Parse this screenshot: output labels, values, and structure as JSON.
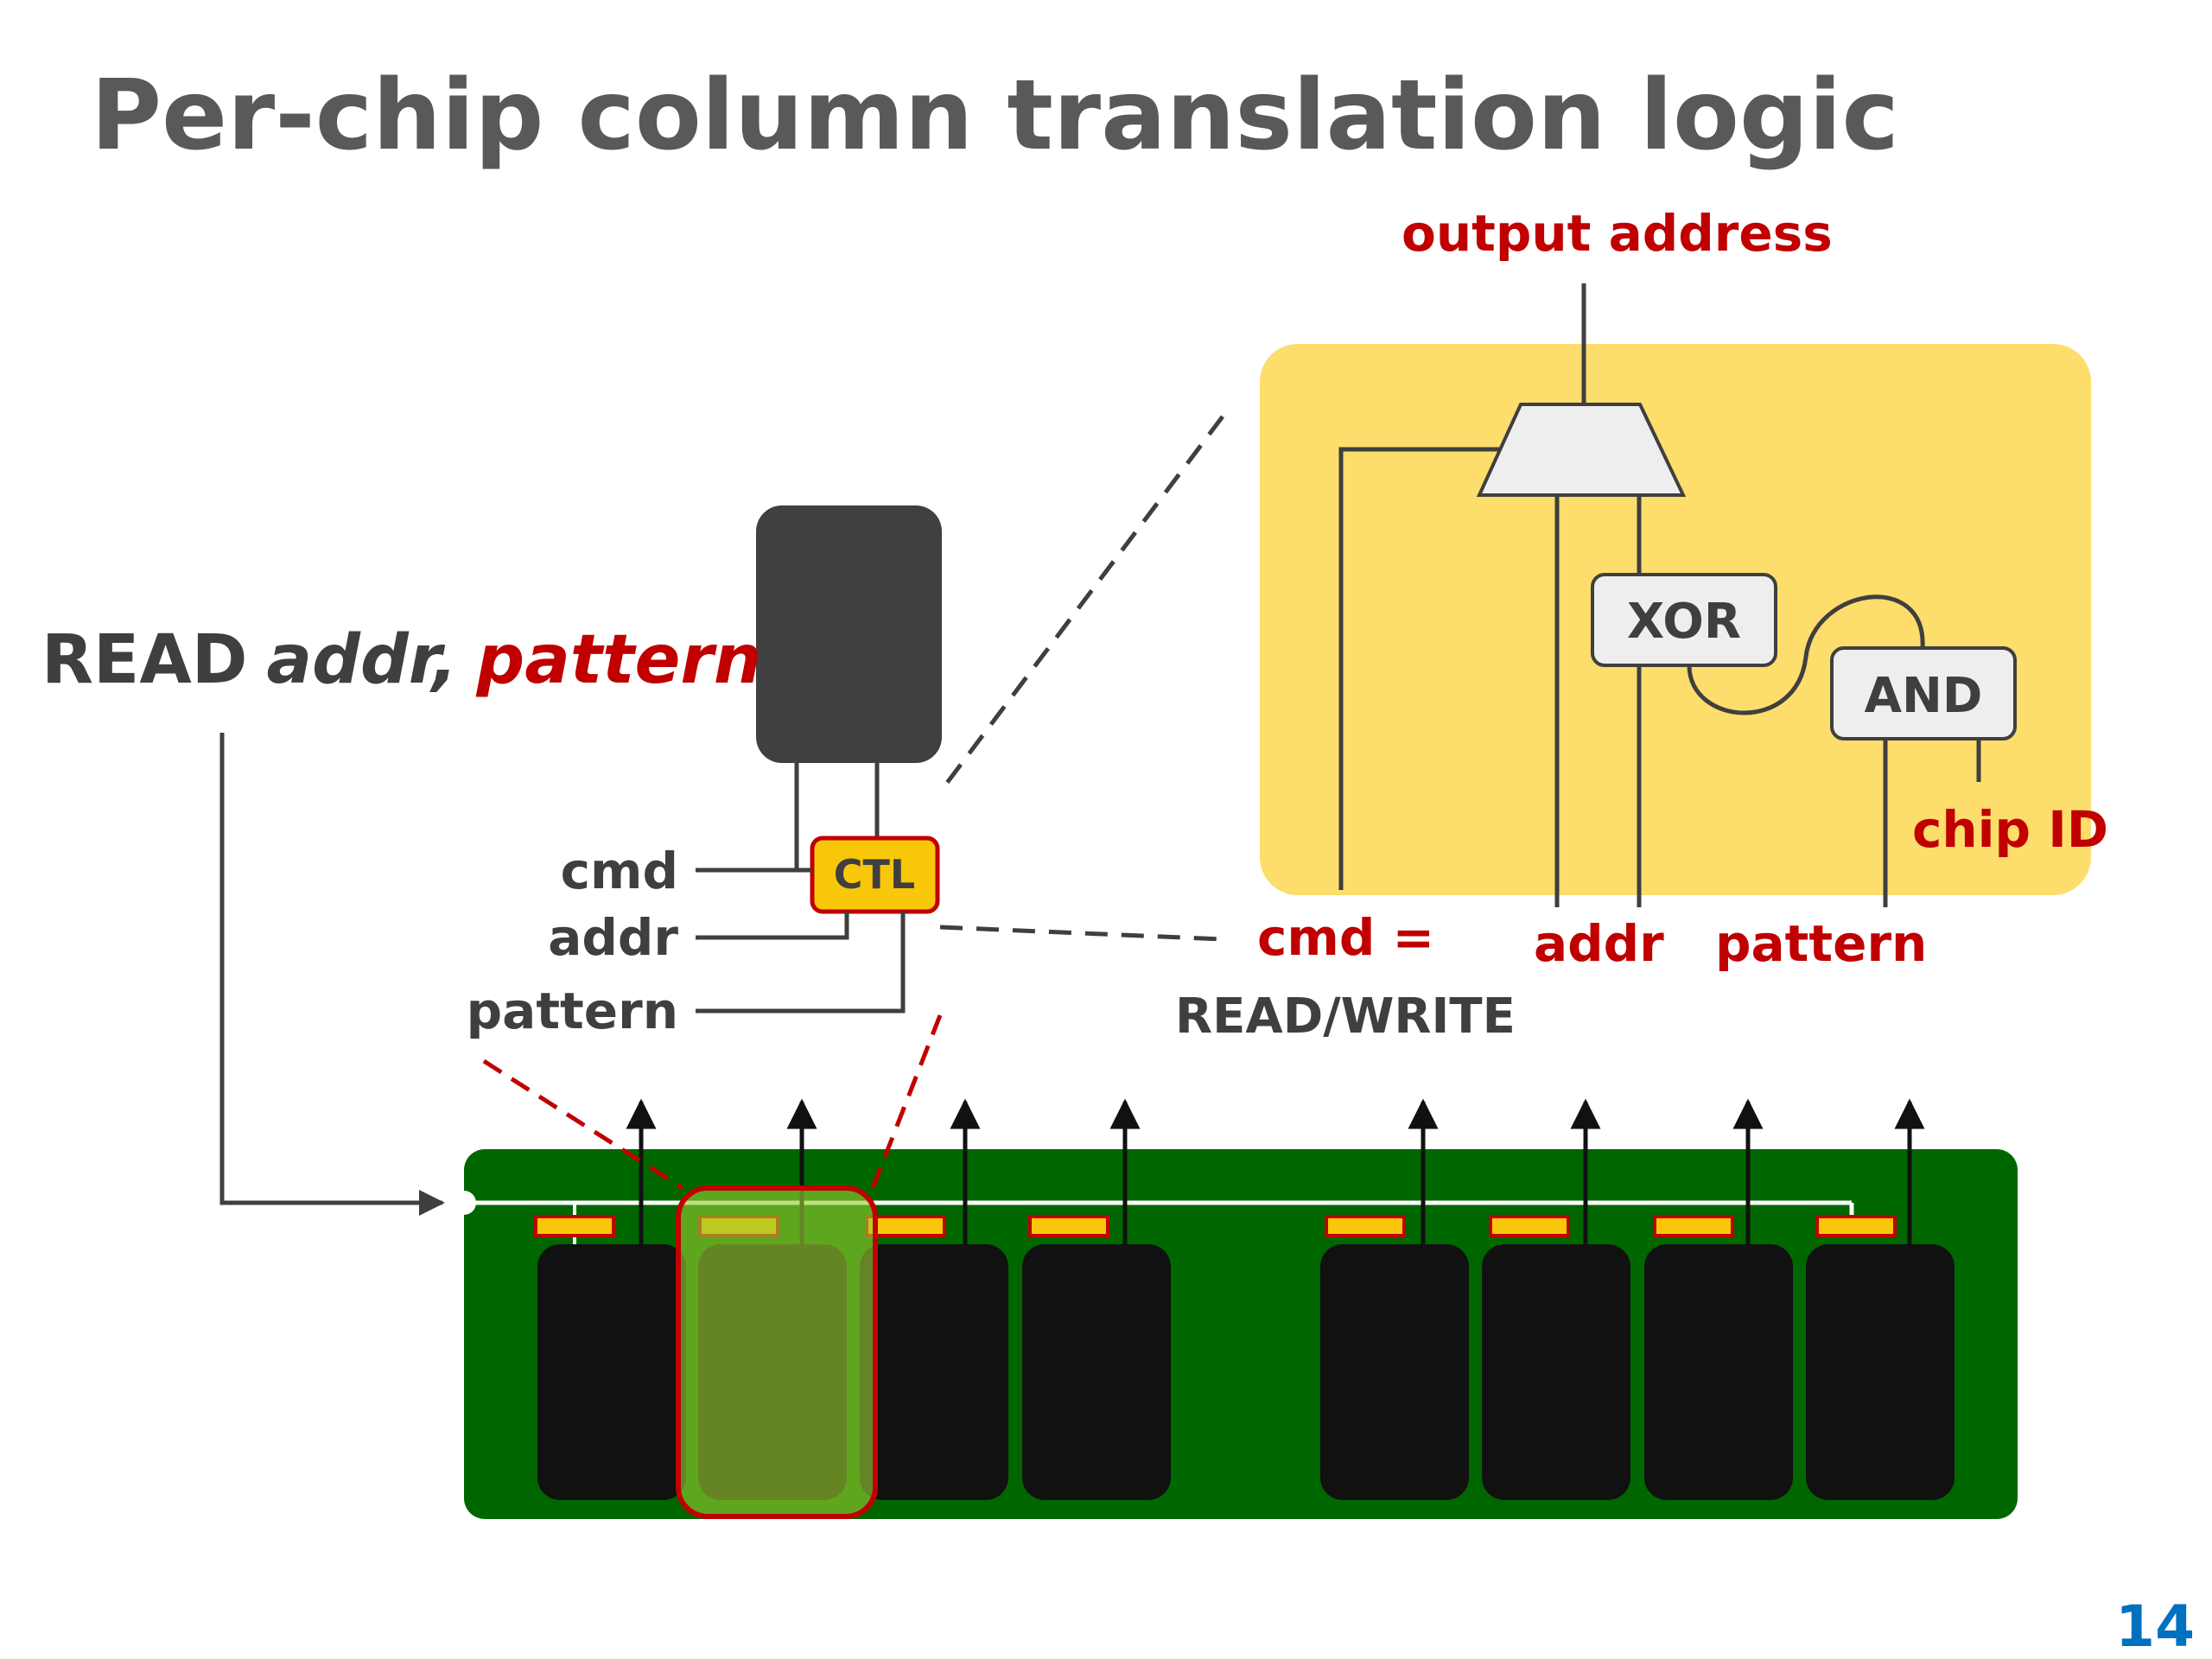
{
  "slide": {
    "title": "Per-chip column translation logic",
    "page_number": "14"
  },
  "command": {
    "op": "READ",
    "addr": "addr,",
    "pattern": "pattern"
  },
  "ctl": {
    "label": "CTL",
    "inputs": [
      "cmd",
      "addr",
      "pattern"
    ]
  },
  "logic": {
    "output_label": "output address",
    "xor_label": "XOR",
    "and_label": "AND",
    "chip_id_label": "chip ID",
    "cmd_label": "cmd =",
    "cmd_values": "READ/WRITE",
    "addr_label": "addr",
    "pattern_label": "pattern"
  },
  "colors": {
    "title": "#595959",
    "accent_red": "#c00000",
    "yellow_box": "#fddd6b",
    "ctl_fill": "#f9c70a",
    "module_green": "#006600",
    "highlight_green": "#7fbf3f",
    "chip_black": "#111111",
    "page_number": "#0070c0"
  }
}
